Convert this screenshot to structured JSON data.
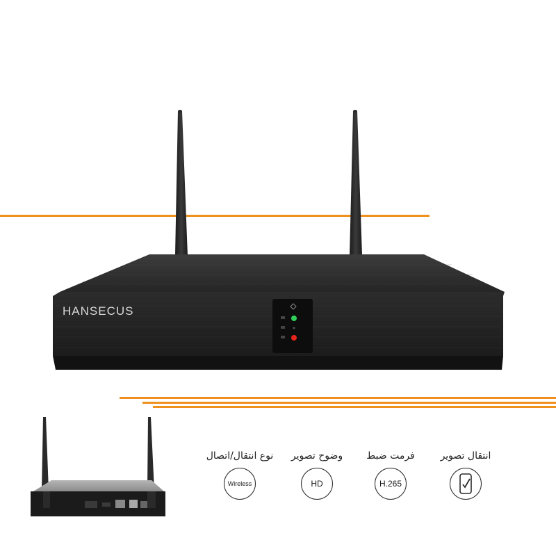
{
  "brand": {
    "logo_text": "HANSECUS"
  },
  "colors": {
    "accent": "#f0901e",
    "device": "#2b2b2b",
    "led_green": "#2fd05a",
    "led_red": "#e8241c"
  },
  "features": [
    {
      "label": "انتقال تصویر",
      "badge_text": "",
      "icon": "phone-check-icon"
    },
    {
      "label": "فرمت ضبط",
      "badge_text": "H.265",
      "icon": ""
    },
    {
      "label": "وضوح تصویر",
      "badge_text": "HD",
      "icon": ""
    },
    {
      "label": "نوع انتقال/اتصال",
      "badge_text": "Wireless",
      "icon": ""
    }
  ]
}
